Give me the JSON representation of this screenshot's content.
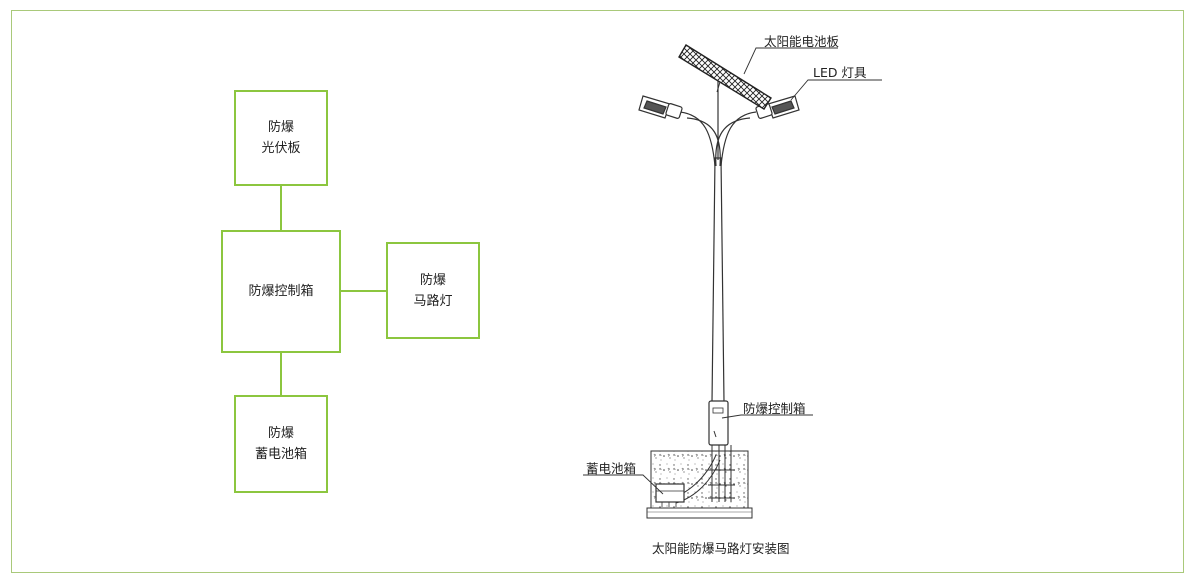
{
  "block_diagram": {
    "pv_panel": {
      "line1": "防爆",
      "line2": "光伏板"
    },
    "controller": {
      "label": "防爆控制箱"
    },
    "road_light": {
      "line1": "防爆",
      "line2": "马路灯"
    },
    "battery_box": {
      "line1": "防爆",
      "line2": "蓄电池箱"
    }
  },
  "installation_drawing": {
    "solar_panel_label": "太阳能电池板",
    "led_lamp_label": "LED 灯具",
    "control_box_label": "防爆控制箱",
    "battery_box_label": "蓄电池箱",
    "caption": "太阳能防爆马路灯安装图"
  },
  "colors": {
    "box_border": "#8cc63f",
    "frame_border": "#a9c97a",
    "drawing": "#333333"
  }
}
